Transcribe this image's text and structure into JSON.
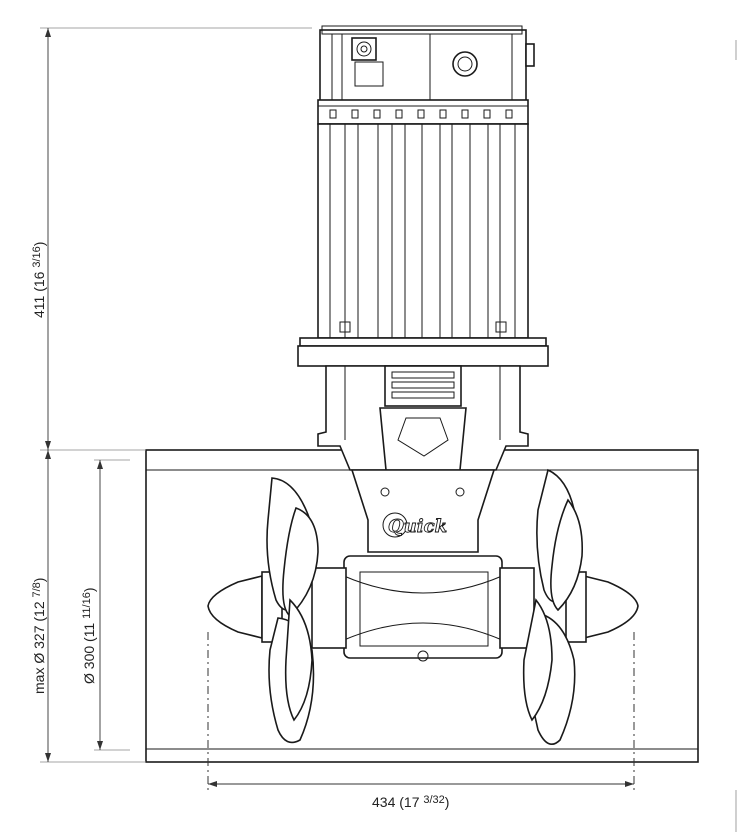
{
  "dimensions": {
    "height_motor": {
      "value": "411 (16 ",
      "frac": "3/16",
      "close": ")"
    },
    "max_diameter": {
      "value": "max Ø 327 (12 ",
      "frac": "7/8",
      "close": ")"
    },
    "diameter": {
      "value": "Ø 300 (11 ",
      "frac": "11/16",
      "close": ")"
    },
    "width": {
      "value": "434 (17 ",
      "frac": "3/32",
      "close": ")"
    }
  },
  "logo": {
    "text": "Quick"
  },
  "colors": {
    "line": "#1a1a1a",
    "fill": "#ffffff",
    "dim": "#333333"
  }
}
